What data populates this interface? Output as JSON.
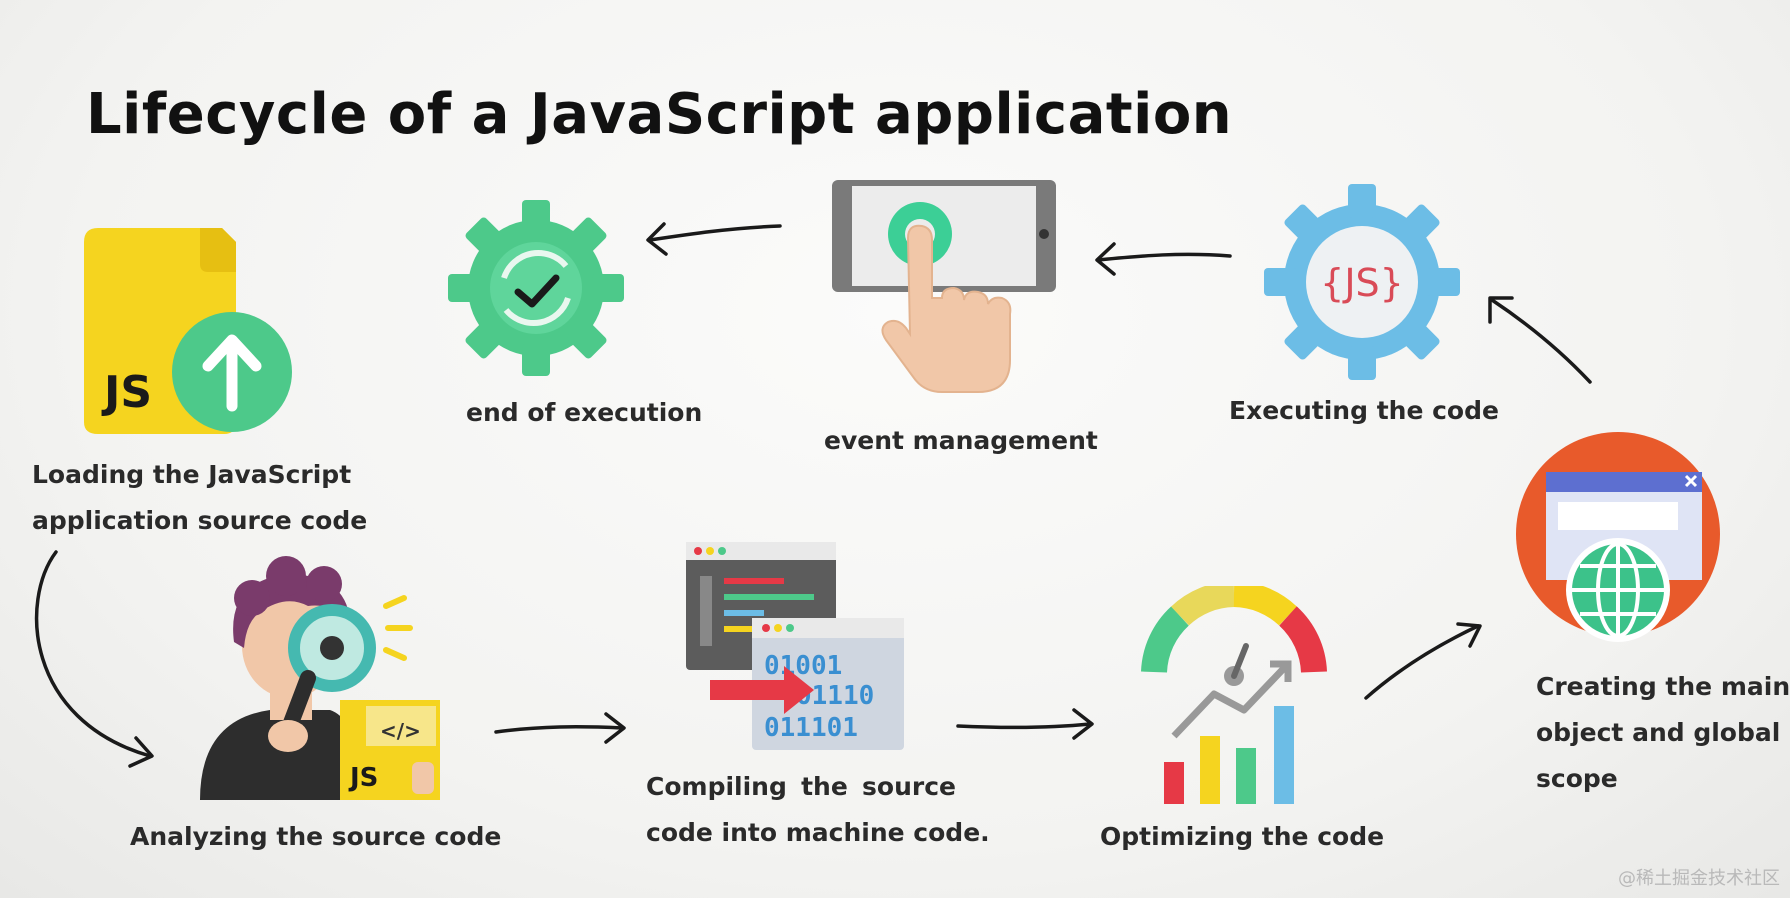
{
  "title": "Lifecycle of a JavaScript application",
  "steps": {
    "loading": {
      "line1": "Loading the JavaScript",
      "line2": "application source code",
      "icon": "js-file-upload-icon",
      "badge": "JS"
    },
    "analyzing": {
      "label": "Analyzing the source code",
      "icon": "magnifier-person-icon",
      "badge": "JS",
      "code_tag": "</>"
    },
    "compiling": {
      "line1": "Compiling the source",
      "line2": "code into machine code.",
      "icon": "binary-compile-icon",
      "binary": [
        "01001",
        "01110",
        "011101"
      ]
    },
    "optimizing": {
      "label": "Optimizing the code",
      "icon": "gauge-chart-icon"
    },
    "creating": {
      "line1": "Creating the main",
      "line2": "object and global",
      "line3": "scope",
      "icon": "browser-globe-icon"
    },
    "executing": {
      "label": "Executing the code",
      "icon": "js-gear-icon",
      "badge": "{JS}"
    },
    "event": {
      "label": "event management",
      "icon": "tablet-touch-icon"
    },
    "end": {
      "label": "end of execution",
      "icon": "gear-check-icon"
    }
  },
  "watermark": "@稀土掘金技术社区",
  "colors": {
    "yellow": "#f5d41f",
    "green": "#4dc98a",
    "blue": "#6cbde6",
    "red": "#e63946",
    "orange": "#e85a2b",
    "skin": "#f1c7a8"
  }
}
